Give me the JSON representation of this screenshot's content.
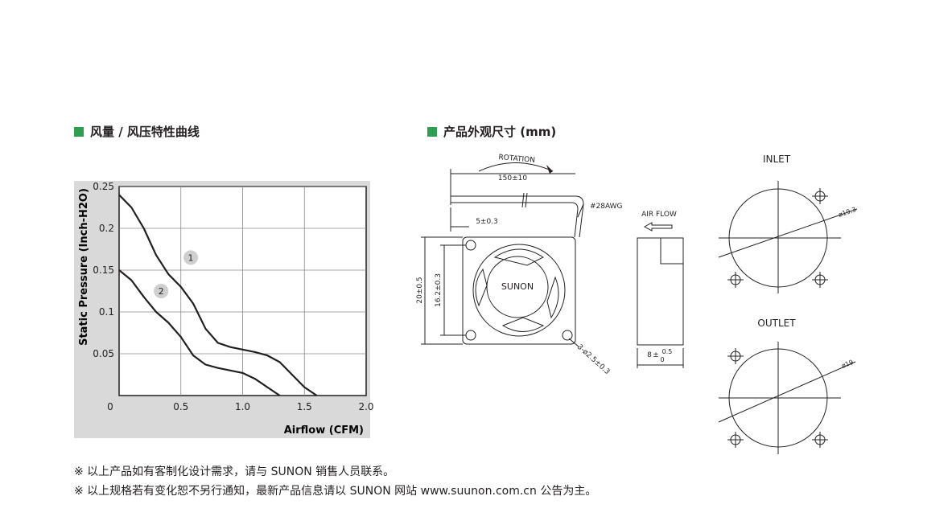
{
  "left_section": {
    "title": "风量 / 风压特性曲线"
  },
  "right_section": {
    "title": "产品外观尺寸 (mm)"
  },
  "chart_data": {
    "type": "line",
    "xlabel": "Airflow (CFM)",
    "ylabel": "Static Pressure (Inch-H2O)",
    "xlim": [
      0,
      2.0
    ],
    "ylim": [
      0,
      0.25
    ],
    "x_ticks": [
      "0",
      "0.5",
      "1.0",
      "1.5",
      "2.0"
    ],
    "y_ticks": [
      "0.25",
      "0.2",
      "0.15",
      "0.1",
      "0.05"
    ],
    "grid": true,
    "series": [
      {
        "name": "1",
        "points": [
          [
            0,
            0.24
          ],
          [
            0.1,
            0.225
          ],
          [
            0.2,
            0.2
          ],
          [
            0.3,
            0.168
          ],
          [
            0.4,
            0.145
          ],
          [
            0.5,
            0.13
          ],
          [
            0.6,
            0.11
          ],
          [
            0.7,
            0.08
          ],
          [
            0.8,
            0.063
          ],
          [
            0.9,
            0.058
          ],
          [
            1.0,
            0.055
          ],
          [
            1.1,
            0.052
          ],
          [
            1.2,
            0.048
          ],
          [
            1.3,
            0.04
          ],
          [
            1.4,
            0.025
          ],
          [
            1.5,
            0.01
          ],
          [
            1.6,
            0.0
          ]
        ]
      },
      {
        "name": "2",
        "points": [
          [
            0,
            0.15
          ],
          [
            0.1,
            0.138
          ],
          [
            0.2,
            0.118
          ],
          [
            0.3,
            0.1
          ],
          [
            0.4,
            0.087
          ],
          [
            0.5,
            0.07
          ],
          [
            0.6,
            0.048
          ],
          [
            0.7,
            0.037
          ],
          [
            0.8,
            0.033
          ],
          [
            0.9,
            0.03
          ],
          [
            1.0,
            0.027
          ],
          [
            1.1,
            0.02
          ],
          [
            1.2,
            0.01
          ],
          [
            1.3,
            0.0
          ]
        ]
      }
    ]
  },
  "drawing": {
    "rotation": "ROTATION",
    "lead_length": "150±10",
    "wire": "#28AWG",
    "lead_offset": "5±0.3",
    "height": "20±0.5",
    "hole_pitch": "16.2±0.3",
    "brand": "SUNON",
    "holes": "3-ø2.5±0.3",
    "air_flow": "AIR FLOW",
    "thickness_main": "8",
    "thickness_tol_upper": "0.5",
    "thickness_tol_lower": "0",
    "thickness_pm": "±",
    "inlet_label": "INLET",
    "inlet_dia": "ø19.3",
    "outlet_label": "OUTLET",
    "outlet_dia": "ø19"
  },
  "notes": [
    "※ 以上产品如有客制化设计需求，请与 SUNON 销售人员联系。",
    "※ 以上规格若有变化恕不另行通知，最新产品信息请以 SUNON 网站 www.suunon.com.cn 公告为主。"
  ]
}
